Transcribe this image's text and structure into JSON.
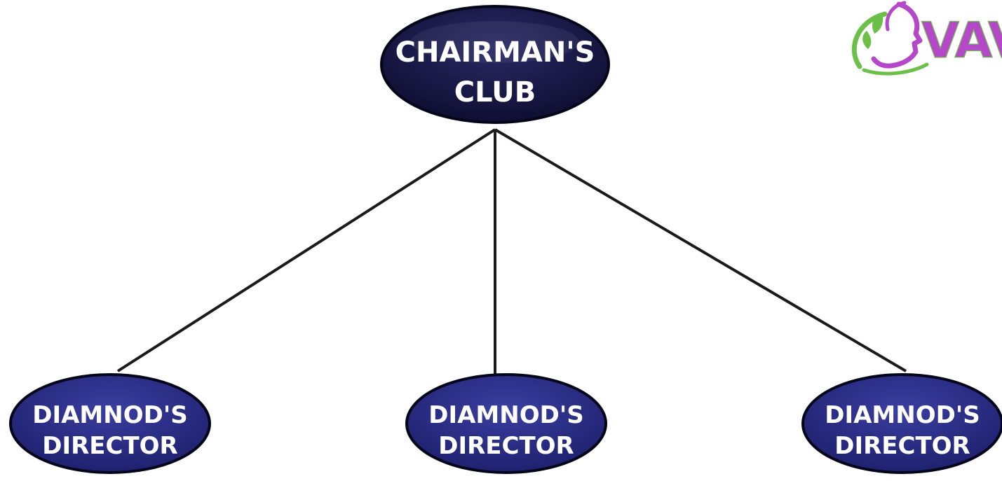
{
  "colors": {
    "top_node_fill": "#14143f",
    "child_node_fill": "#2a2e86",
    "node_outline": "#05051a",
    "connector": "#1a1a1a",
    "logo_purple": "#b548c8",
    "logo_green": "#6cc04a"
  },
  "logo": {
    "text": "VAV",
    "icons": [
      "leaf-icon",
      "face-profile-icon"
    ]
  },
  "hierarchy": {
    "top": {
      "line1": "CHAIRMAN'S",
      "line2": "CLUB"
    },
    "children": [
      {
        "line1": "DIAMNOD'S",
        "line2": "DIRECTOR"
      },
      {
        "line1": "DIAMNOD'S",
        "line2": "DIRECTOR"
      },
      {
        "line1": "DIAMNOD'S",
        "line2": "DIRECTOR"
      }
    ]
  }
}
